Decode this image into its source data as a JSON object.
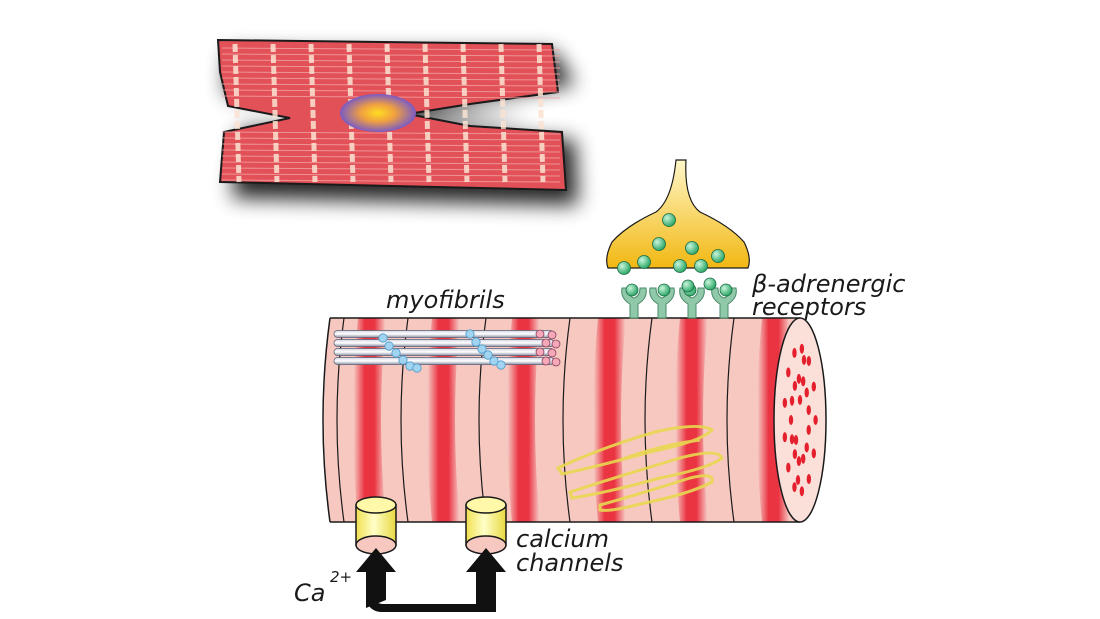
{
  "labels": {
    "myofibrils": "myofibrils",
    "receptors_line1": "β-adrenergic",
    "receptors_line2": "receptors",
    "channels_line1": "calcium",
    "channels_line2": "channels",
    "ion": "Ca",
    "ion_charge": "2+"
  },
  "colors": {
    "muscle_red": "#e8303c",
    "muscle_pink": "#f7c8c0",
    "cell_red": "#e25058",
    "nucleus_purple": "#7a5bc4",
    "nucleus_yellow": "#ffd21f",
    "terminal_yellow": "#f4c21c",
    "vesicle_green": "#3fbf7f",
    "receptor_green": "#8fc9a9",
    "channel_yellow": "#ffff8a",
    "mito_yellow": "#f0e060",
    "filament_gray": "#8e93a8",
    "myosin_blue": "#8fc8ea"
  }
}
